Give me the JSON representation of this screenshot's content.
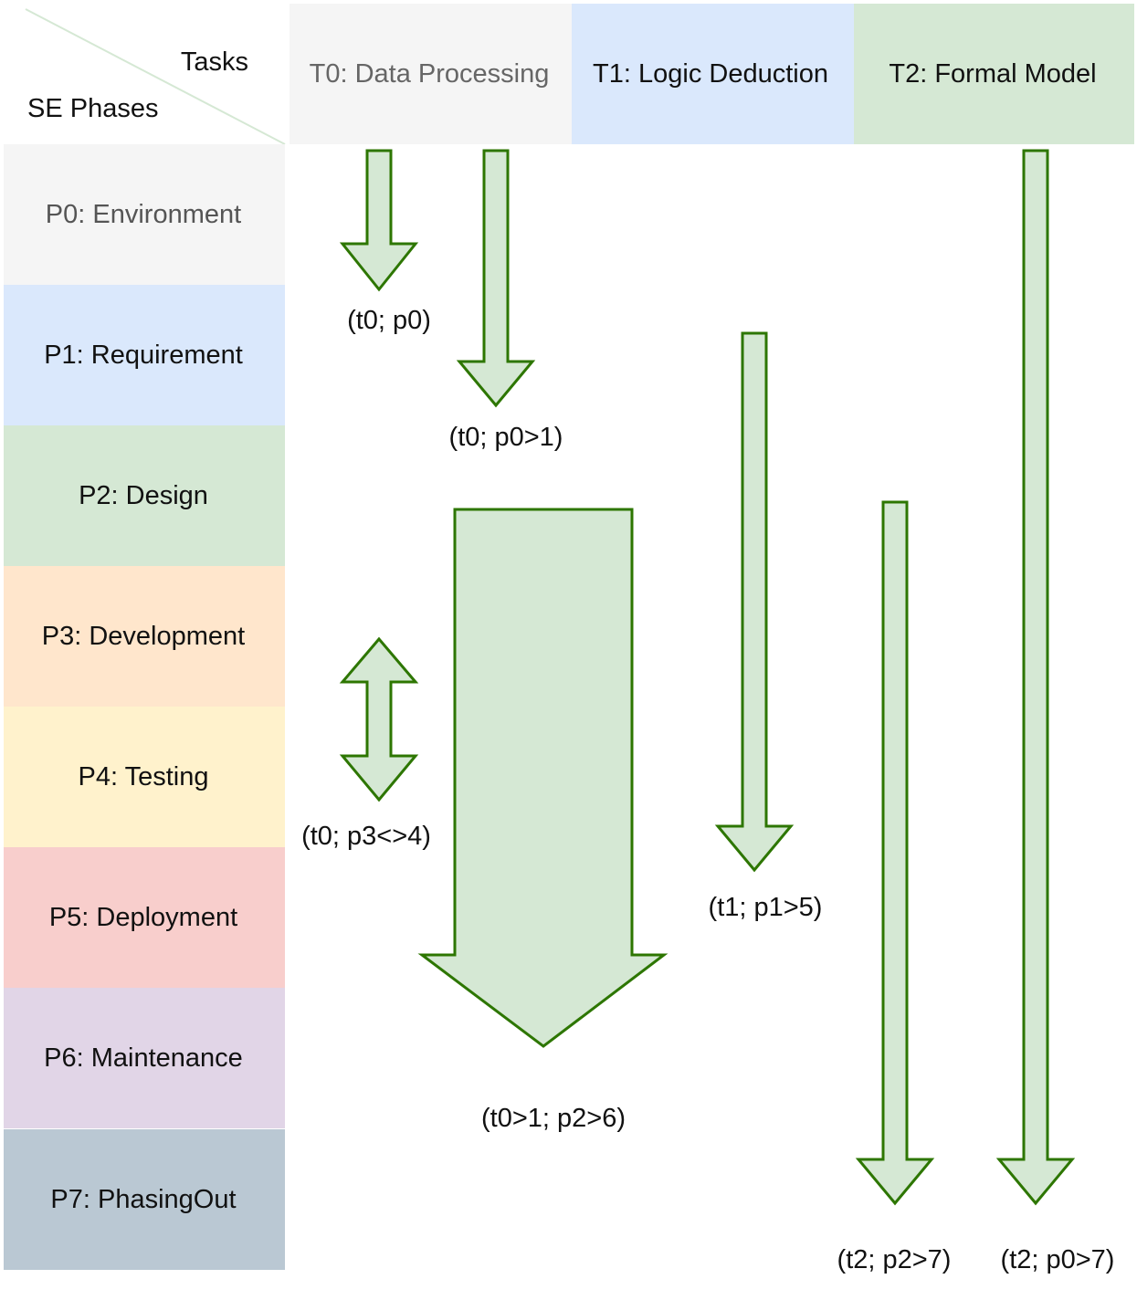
{
  "corner": {
    "tasks_label": "Tasks",
    "phases_label": "SE Phases",
    "line_color": "#d5e8d4"
  },
  "tasks": [
    {
      "label": "T0: Data Processing",
      "fill": "#f5f5f5",
      "text_color": "#666666"
    },
    {
      "label": "T1: Logic Deduction",
      "fill": "#dae8fc",
      "text_color": "#111111"
    },
    {
      "label": "T2:  Formal Model",
      "fill": "#d5e8d4",
      "text_color": "#111111"
    }
  ],
  "phases": [
    {
      "label": "P0: Environment",
      "fill": "#f5f5f5",
      "text_color": "#555555"
    },
    {
      "label": "P1: Requirement",
      "fill": "#dae8fc",
      "text_color": "#111111"
    },
    {
      "label": "P2: Design",
      "fill": "#d5e8d4",
      "text_color": "#111111"
    },
    {
      "label": "P3: Development",
      "fill": "#ffe6cc",
      "text_color": "#111111"
    },
    {
      "label": "P4: Testing",
      "fill": "#fff2cc",
      "text_color": "#111111"
    },
    {
      "label": "P5: Deployment",
      "fill": "#f8cecc",
      "text_color": "#111111"
    },
    {
      "label": "P6: Maintenance",
      "fill": "#e1d5e7",
      "text_color": "#111111"
    },
    {
      "label": "P7: PhasingOut",
      "fill": "#bac8d3",
      "text_color": "#111111"
    }
  ],
  "arrow_style": {
    "fill": "#d5e8d4",
    "stroke": "#2d7600"
  },
  "arrows": [
    {
      "id": "t0-p0",
      "label": "(t0; p0)",
      "direction": "down"
    },
    {
      "id": "t0-p0-1",
      "label": "(t0; p0>1)",
      "direction": "down"
    },
    {
      "id": "t0-p3-4",
      "label": "(t0; p3<>4)",
      "direction": "both"
    },
    {
      "id": "t0-1-p2-6",
      "label": "(t0>1; p2>6)",
      "direction": "down"
    },
    {
      "id": "t1-p1-5",
      "label": "(t1; p1>5)",
      "direction": "down"
    },
    {
      "id": "t2-p2-7",
      "label": "(t2; p2>7)",
      "direction": "down"
    },
    {
      "id": "t2-p0-7",
      "label": "(t2; p0>7)",
      "direction": "down"
    }
  ]
}
